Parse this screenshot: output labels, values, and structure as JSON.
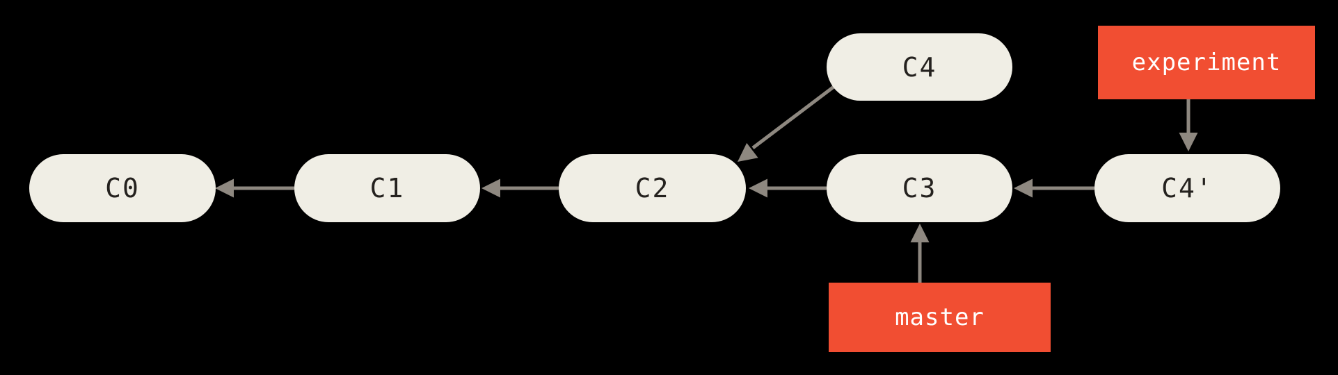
{
  "diagram": {
    "type": "git-commit-graph",
    "commits": [
      {
        "id": "C0",
        "label": "C0"
      },
      {
        "id": "C1",
        "label": "C1"
      },
      {
        "id": "C2",
        "label": "C2"
      },
      {
        "id": "C3",
        "label": "C3"
      },
      {
        "id": "C4",
        "label": "C4"
      },
      {
        "id": "C4p",
        "label": "C4'"
      }
    ],
    "branches": [
      {
        "id": "experiment",
        "label": "experiment",
        "points_to": "C4'"
      },
      {
        "id": "master",
        "label": "master",
        "points_to": "C3"
      }
    ],
    "edges": [
      {
        "from": "C1",
        "to": "C0"
      },
      {
        "from": "C2",
        "to": "C1"
      },
      {
        "from": "C3",
        "to": "C2"
      },
      {
        "from": "C4",
        "to": "C2"
      },
      {
        "from": "C4'",
        "to": "C3"
      },
      {
        "from": "experiment",
        "to": "C4'"
      },
      {
        "from": "master",
        "to": "C3"
      }
    ],
    "colors": {
      "background": "#000000",
      "node_fill": "#f0eee5",
      "node_text": "#24211e",
      "branch_fill": "#f14e32",
      "branch_text": "#ffffff",
      "arrow": "#8e8880"
    }
  }
}
